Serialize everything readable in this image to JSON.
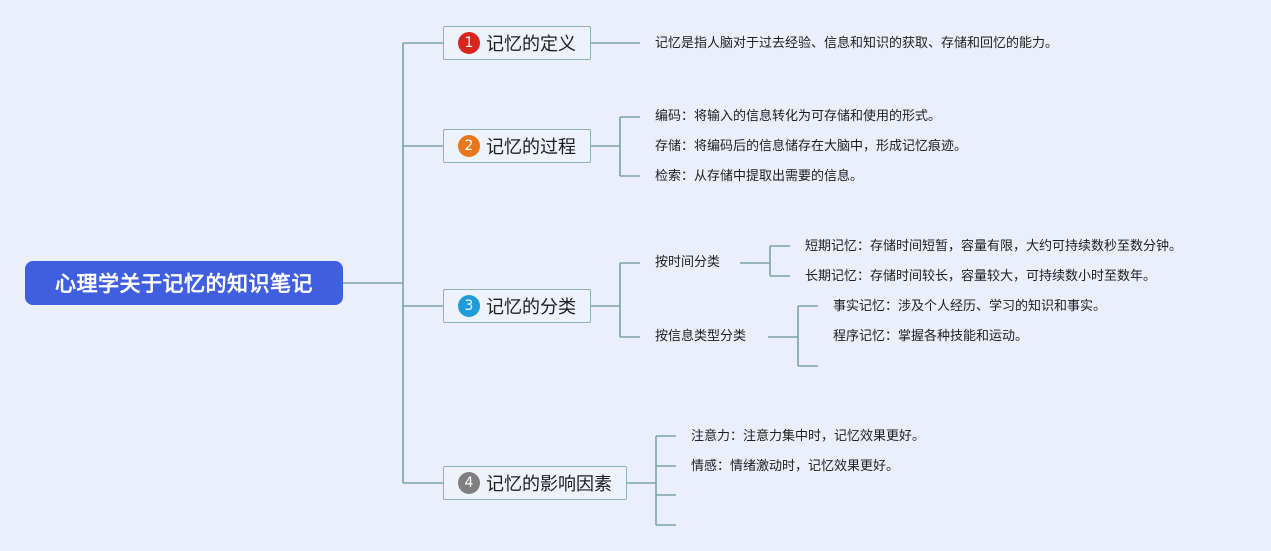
{
  "root": {
    "label": "心理学关于记忆的知识笔记"
  },
  "topics": [
    {
      "badge": "1",
      "badge_color": "#d9261c",
      "label": "记忆的定义",
      "items": [
        "记忆是指人脑对于过去经验、信息和知识的获取、存储和回忆的能力。"
      ]
    },
    {
      "badge": "2",
      "badge_color": "#e8761c",
      "label": "记忆的过程",
      "items": [
        "编码：将输入的信息转化为可存储和使用的形式。",
        "存储：将编码后的信息储存在大脑中，形成记忆痕迹。",
        "检索：从存储中提取出需要的信息。"
      ]
    },
    {
      "badge": "3",
      "badge_color": "#1f9bd9",
      "label": "记忆的分类",
      "groups": [
        {
          "label": "按时间分类",
          "items": [
            "短期记忆：存储时间短暂，容量有限，大约可持续数秒至数分钟。",
            "长期记忆：存储时间较长，容量较大，可持续数小时至数年。"
          ]
        },
        {
          "label": "按信息类型分类",
          "items": [
            "事实记忆：涉及个人经历、学习的知识和事实。",
            "程序记忆：掌握各种技能和运动。"
          ]
        }
      ]
    },
    {
      "badge": "4",
      "badge_color": "#7f7f7f",
      "label": "记忆的影响因素",
      "items": [
        "注意力：注意力集中时，记忆效果更好。",
        "情感：情绪激动时，记忆效果更好。"
      ]
    }
  ]
}
